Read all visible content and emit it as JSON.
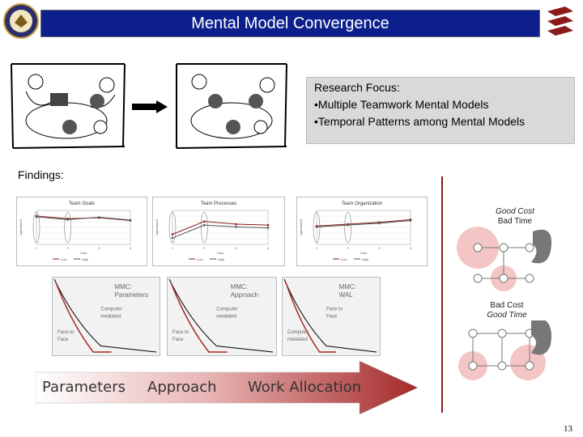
{
  "title": "Mental Model Convergence",
  "research": {
    "heading": "Research Focus:",
    "bullets": [
      "•Multiple Teamwork Mental Models",
      "•Temporal Patterns among Mental Models"
    ]
  },
  "findings_label": "Findings:",
  "chart_data": [
    {
      "type": "line",
      "title": "Team Goals",
      "ylabel": "Agreement",
      "xlabel": "Time",
      "x": [
        1,
        2,
        3,
        4
      ],
      "series": [
        {
          "name": "Low",
          "values": [
            3.6,
            3.3,
            3.4,
            3.1
          ]
        },
        {
          "name": "High",
          "values": [
            3.5,
            3.2,
            3.45,
            3.15
          ]
        }
      ]
    },
    {
      "type": "line",
      "title": "Team Processes",
      "ylabel": "Agreement",
      "xlabel": "Time",
      "x": [
        1,
        2,
        3,
        4
      ],
      "series": [
        {
          "name": "Low",
          "values": [
            1.6,
            3.0,
            2.7,
            2.6
          ]
        },
        {
          "name": "High",
          "values": [
            1.2,
            2.6,
            2.4,
            2.3
          ]
        }
      ]
    },
    {
      "type": "line",
      "title": "Team Organization",
      "ylabel": "Agreement",
      "xlabel": "Time",
      "x": [
        1,
        2,
        3,
        4
      ],
      "series": [
        {
          "name": "Low",
          "values": [
            2.5,
            2.7,
            2.9,
            3.2
          ]
        },
        {
          "name": "High",
          "values": [
            2.4,
            2.6,
            2.8,
            3.1
          ]
        }
      ]
    }
  ],
  "mmc_panels": [
    {
      "title_line1": "MMC:",
      "title_line2": "Parameters",
      "top_label": "Computer\nmediated",
      "bottom_label": "Face to\nFace"
    },
    {
      "title_line1": "MMC:",
      "title_line2": "Approach",
      "top_label": "Computer\nmediated",
      "bottom_label": "Face to\nFace"
    },
    {
      "title_line1": "MMC:",
      "title_line2": "WAL",
      "top_label": "Face to\nFace",
      "bottom_label": "Computer\nmediated"
    }
  ],
  "arrow_stages": [
    "Parameters",
    "Approach",
    "Work Allocation"
  ],
  "cost_top": {
    "line1": "Good Cost",
    "line2": "Bad Time"
  },
  "cost_bottom": {
    "line1": "Bad Cost",
    "line2": "Good Time"
  },
  "page_number": "13",
  "colors": {
    "title_bg": "#0c1f8c",
    "accent": "#8b1a1a",
    "arrow": "#a52a2a"
  }
}
